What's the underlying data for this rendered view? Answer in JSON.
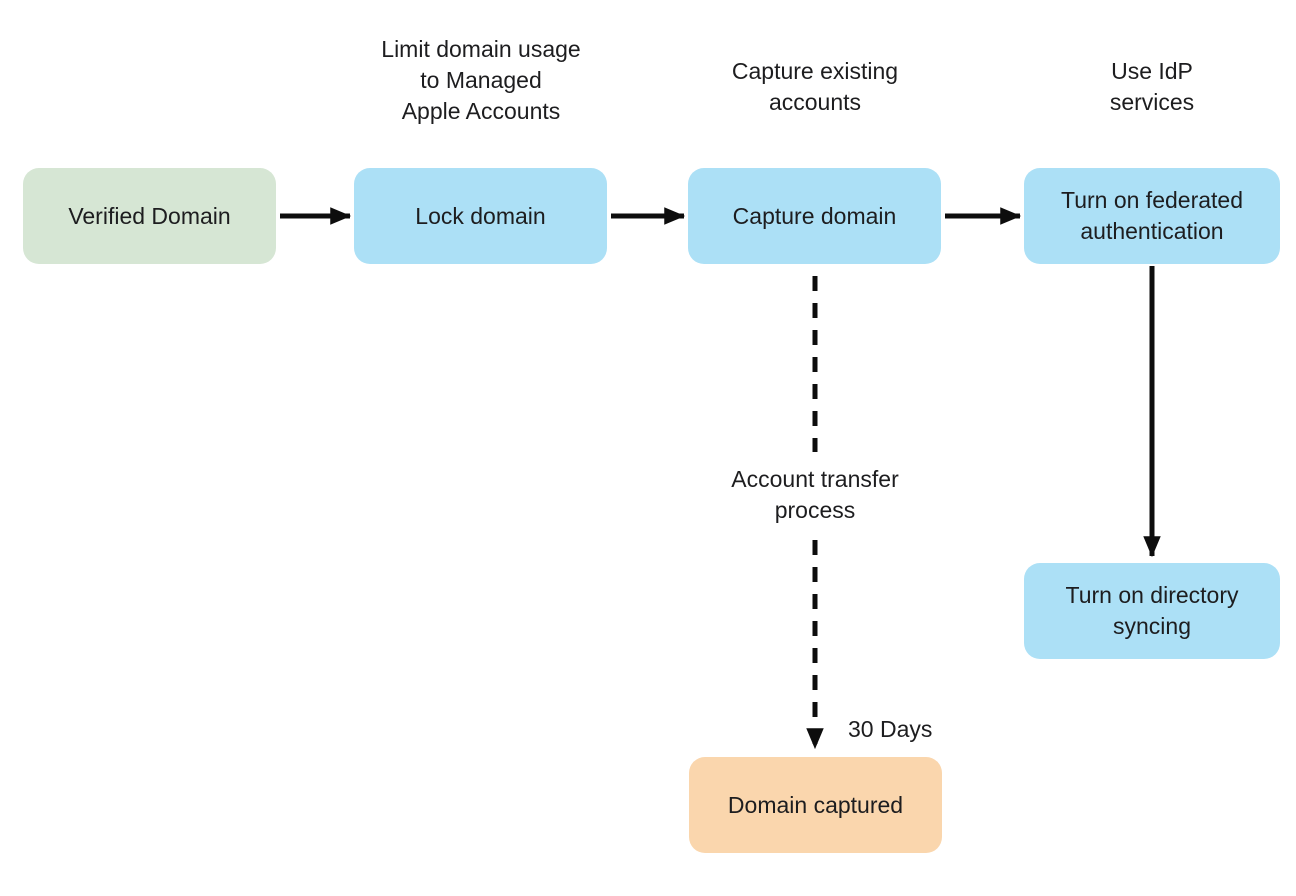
{
  "diagram": {
    "colors": {
      "background": "#ffffff",
      "node_green": "#d6e6d4",
      "node_blue": "#ace0f6",
      "node_orange": "#fad6ad",
      "arrow": "#0d0d0d",
      "text": "#1d1d1f"
    },
    "nodes": [
      {
        "id": "verified-domain",
        "label": "Verified Domain"
      },
      {
        "id": "lock-domain",
        "label": "Lock domain"
      },
      {
        "id": "capture-domain",
        "label": "Capture domain"
      },
      {
        "id": "turn-on-federated-authentication",
        "label": "Turn on federated\nauthentication"
      },
      {
        "id": "turn-on-directory-syncing",
        "label": "Turn on directory\nsyncing"
      },
      {
        "id": "domain-captured",
        "label": "Domain captured"
      }
    ],
    "captions": [
      {
        "id": "limit-domain-usage",
        "text": "Limit domain usage\nto Managed\nApple Accounts"
      },
      {
        "id": "capture-existing-accounts",
        "text": "Capture existing\naccounts"
      },
      {
        "id": "use-idp-services",
        "text": "Use IdP\nservices"
      }
    ],
    "edge_labels": [
      {
        "id": "account-transfer-process",
        "text": "Account transfer\nprocess"
      },
      {
        "id": "thirty-days",
        "text": "30 Days"
      }
    ]
  }
}
